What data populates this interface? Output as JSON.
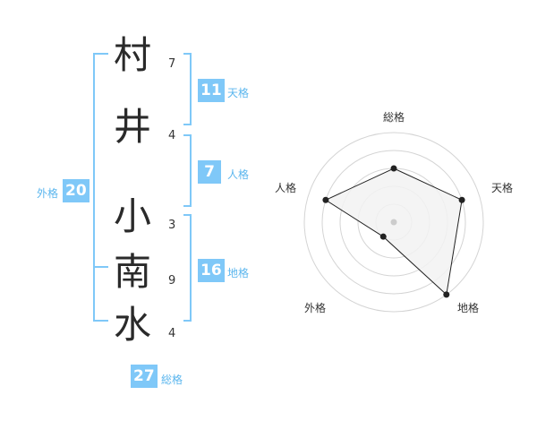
{
  "name": {
    "chars": [
      {
        "char": "村",
        "strokes": "7"
      },
      {
        "char": "井",
        "strokes": "4"
      },
      {
        "char": "小",
        "strokes": "3"
      },
      {
        "char": "南",
        "strokes": "9"
      },
      {
        "char": "水",
        "strokes": "4"
      }
    ]
  },
  "fortunes": {
    "tenkaku": {
      "value": "11",
      "label": "天格"
    },
    "jinkaku": {
      "value": "7",
      "label": "人格"
    },
    "chikaku": {
      "value": "16",
      "label": "地格"
    },
    "gaikaku": {
      "value": "20",
      "label": "外格"
    },
    "soukaku": {
      "value": "27",
      "label": "総格"
    }
  },
  "radar": {
    "axes": [
      "総格",
      "天格",
      "地格",
      "外格",
      "人格"
    ],
    "values": [
      0.6,
      0.8,
      1.0,
      0.2,
      0.8
    ],
    "max": 1.0,
    "rings": 5,
    "fill_color": "#f2f2f2",
    "line_color": "#222222",
    "ring_color": "#d4d4d4"
  },
  "colors": {
    "bracket": "#7fc8f8",
    "badge": "#7fc8f8",
    "badge_label": "#5bb6ee"
  }
}
